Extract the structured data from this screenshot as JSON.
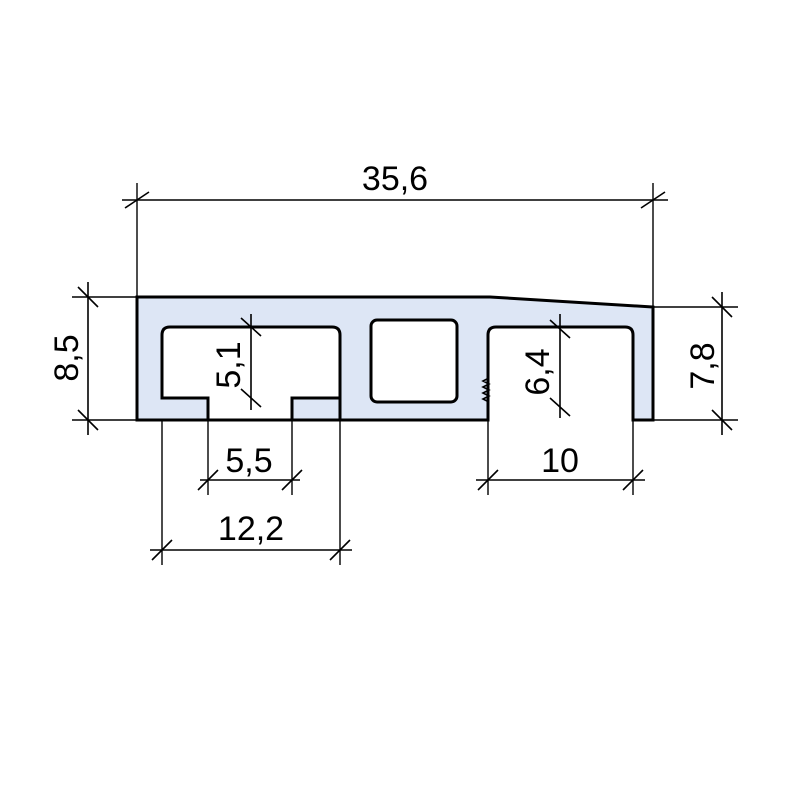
{
  "dimensions": {
    "overall_width": "35,6",
    "overall_height": "8,5",
    "right_height": "7,8",
    "channel_depth": "5,1",
    "slot_opening": "5,5",
    "channel_width": "12,2",
    "right_channel_depth": "6,4",
    "right_channel_width": "10"
  },
  "colors": {
    "profile_fill": "#dde6f5",
    "line": "#000000"
  }
}
